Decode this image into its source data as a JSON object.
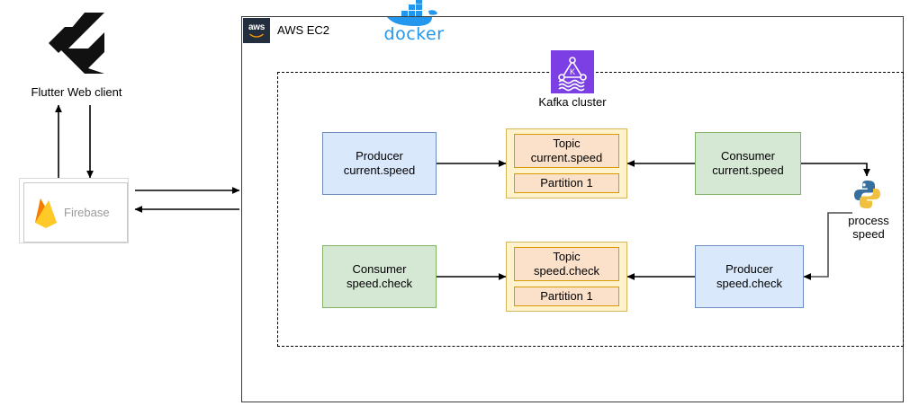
{
  "diagram": {
    "title": "Flutter / Firebase / AWS EC2 Kafka pipeline architecture",
    "client": {
      "logo_name": "flutter-logo",
      "label": "Flutter Web client"
    },
    "firebase": {
      "logo_name": "firebase-logo",
      "label": "Firebase"
    },
    "ec2": {
      "badge_text": "aws",
      "label": "AWS EC2"
    },
    "docker": {
      "logo_name": "docker-logo",
      "wordmark": "docker"
    },
    "kafka": {
      "logo_name": "kafka-logo",
      "label": "Kafka cluster"
    },
    "python": {
      "logo_name": "python-logo",
      "label_line1": "process",
      "label_line2": "speed"
    },
    "nodes": {
      "producer_current_speed": {
        "line1": "Producer",
        "line2": "current.speed"
      },
      "consumer_current_speed": {
        "line1": "Consumer",
        "line2": "current.speed"
      },
      "consumer_speed_check": {
        "line1": "Consumer",
        "line2": "speed.check"
      },
      "producer_speed_check": {
        "line1": "Producer",
        "line2": "speed.check"
      }
    },
    "topics": {
      "current_speed": {
        "title_line1": "Topic",
        "title_line2": "current.speed",
        "partition": "Partition 1"
      },
      "speed_check": {
        "title_line1": "Topic",
        "title_line2": "speed.check",
        "partition": "Partition 1"
      }
    },
    "colors": {
      "blue_fill": "#dae8fc",
      "blue_stroke": "#6c8ebf",
      "green_fill": "#d5e8d4",
      "green_stroke": "#82b366",
      "yellow_fill": "#fff2cc",
      "yellow_stroke": "#d6b656",
      "orange_fill": "#fbe0ca",
      "orange_stroke": "#d79b00",
      "kafka_purple": "#7b3fe4",
      "docker_blue": "#2396ed",
      "aws_navy": "#232f3e"
    }
  }
}
